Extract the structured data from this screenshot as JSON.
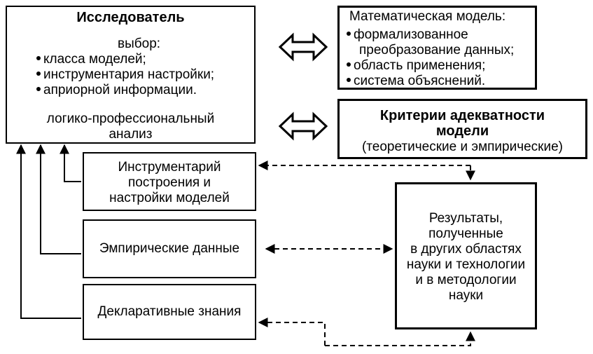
{
  "researcher": {
    "title": "Исследователь",
    "choice_label": "выбор:",
    "items": [
      "класса моделей;",
      "инструментария настройки;",
      "априорной информации."
    ],
    "analysis_line1": "логико-профессиональный",
    "analysis_line2": "анализ"
  },
  "math_model": {
    "title": "Математическая модель:",
    "items": [
      [
        "формализованное",
        "преобразование данных;"
      ],
      [
        "область применения;"
      ],
      [
        "система объяснений."
      ]
    ]
  },
  "criteria": {
    "line1": "Критерии адекватности",
    "line2": "модели",
    "line3": "(теоретические и эмпирические)"
  },
  "tools": {
    "line1": "Инструментарий",
    "line2": "построения и",
    "line3": "настройки моделей"
  },
  "empirical": {
    "label": "Эмпирические данные"
  },
  "declarative": {
    "label": "Декларативные знания"
  },
  "results": {
    "lines": [
      "Результаты,",
      "полученные",
      "в других областях",
      "науки и технологии",
      "и в методологии",
      "науки"
    ]
  }
}
